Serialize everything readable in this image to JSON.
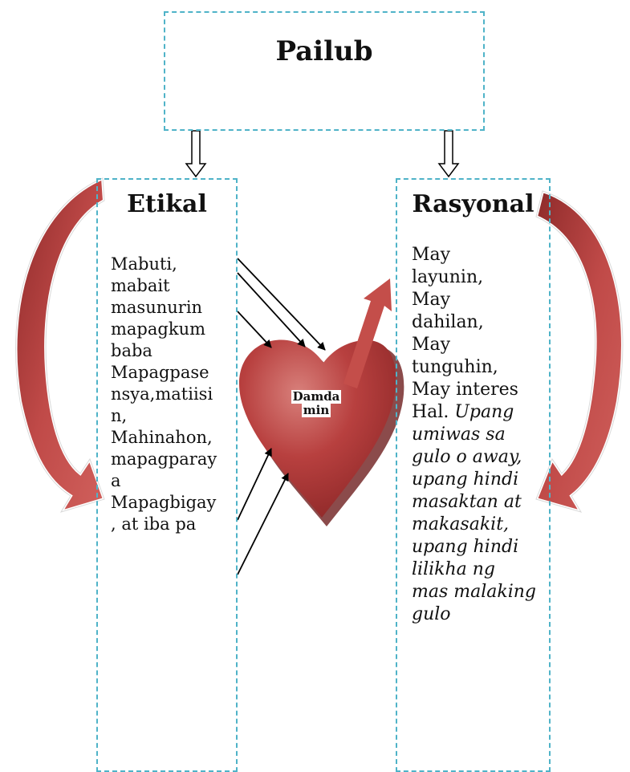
{
  "top_box": {
    "title": "Pailub"
  },
  "left_box": {
    "title": "Etikal",
    "lines": [
      "Mabuti,",
      "mabait",
      "masunurin",
      "mapagkum",
      "baba",
      "Mapagpase",
      "nsya,matiisi",
      "n,",
      "Mahinahon,",
      "mapagparay",
      "a",
      "Mapagbigay",
      ", at iba pa"
    ]
  },
  "right_box": {
    "title": "Rasyonal",
    "lines": [
      "May",
      "layunin,",
      "May",
      "dahilan,",
      "May",
      "tunguhin,",
      "May interes"
    ],
    "example_prefix": "Hal. ",
    "example_lines": [
      "Upang",
      "umiwas sa",
      "gulo o away,",
      "upang hindi",
      "masaktan at",
      "makasakit,",
      "upang hindi",
      "lilikha ng",
      "mas malaking",
      "gulo"
    ]
  },
  "heart": {
    "label_line1": "Damda",
    "label_line2": "min",
    "color": "#b8403f"
  },
  "colors": {
    "dashed_border": "#4fb3c8",
    "curved_arrow": "#b03a3a",
    "arrow_stroke": "#000000"
  }
}
